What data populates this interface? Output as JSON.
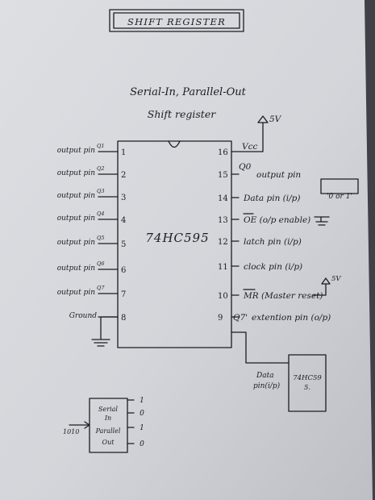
{
  "header": {
    "title": "SHIFT REGISTER"
  },
  "subtitle": {
    "line1": "Serial-In, Parallel-Out",
    "line2": "Shift register"
  },
  "chip": {
    "name": "74HC595"
  },
  "power": {
    "vcc_label": "Vcc",
    "supply": "5V"
  },
  "left_pins": [
    {
      "num": "1",
      "label": "output pin",
      "sub": "Q1"
    },
    {
      "num": "2",
      "label": "output pin",
      "sub": "Q2"
    },
    {
      "num": "3",
      "label": "output pin",
      "sub": "Q3"
    },
    {
      "num": "4",
      "label": "output pin",
      "sub": "Q4"
    },
    {
      "num": "5",
      "label": "output pin",
      "sub": "Q5"
    },
    {
      "num": "6",
      "label": "output pin",
      "sub": "Q6"
    },
    {
      "num": "7",
      "label": "output pin",
      "sub": "Q7"
    },
    {
      "num": "8",
      "label": "Ground",
      "sub": ""
    }
  ],
  "right_pins": [
    {
      "num": "16",
      "pre": "",
      "label": "",
      "post": ""
    },
    {
      "num": "15",
      "pre": "Q0",
      "label": "output pin",
      "post": ""
    },
    {
      "num": "14",
      "pre": "",
      "label": "Data pin (i/p)",
      "post": "'0 or 1'"
    },
    {
      "num": "13",
      "pre": "",
      "label": "OE (o/p enable)",
      "post": ""
    },
    {
      "num": "12",
      "pre": "",
      "label": "latch pin (i/p)",
      "post": ""
    },
    {
      "num": "11",
      "pre": "",
      "label": "clock pin (i/p)",
      "post": ""
    },
    {
      "num": "10",
      "pre": "",
      "label": "MR (Master reset)",
      "post": "5V"
    },
    {
      "num": "9",
      "pre": "Q7'",
      "label": "extention pin (o/p)",
      "post": ""
    }
  ],
  "second_chip": {
    "line1": "74HC59",
    "line2": "5."
  },
  "data_link": {
    "line1": "Data",
    "line2": "pin(i/p)"
  },
  "sipo": {
    "line1": "Serial",
    "line2": "In",
    "line3": "Parallel",
    "line4": "Out",
    "input": "1010",
    "outputs": [
      "1",
      "0",
      "1",
      "0"
    ]
  }
}
